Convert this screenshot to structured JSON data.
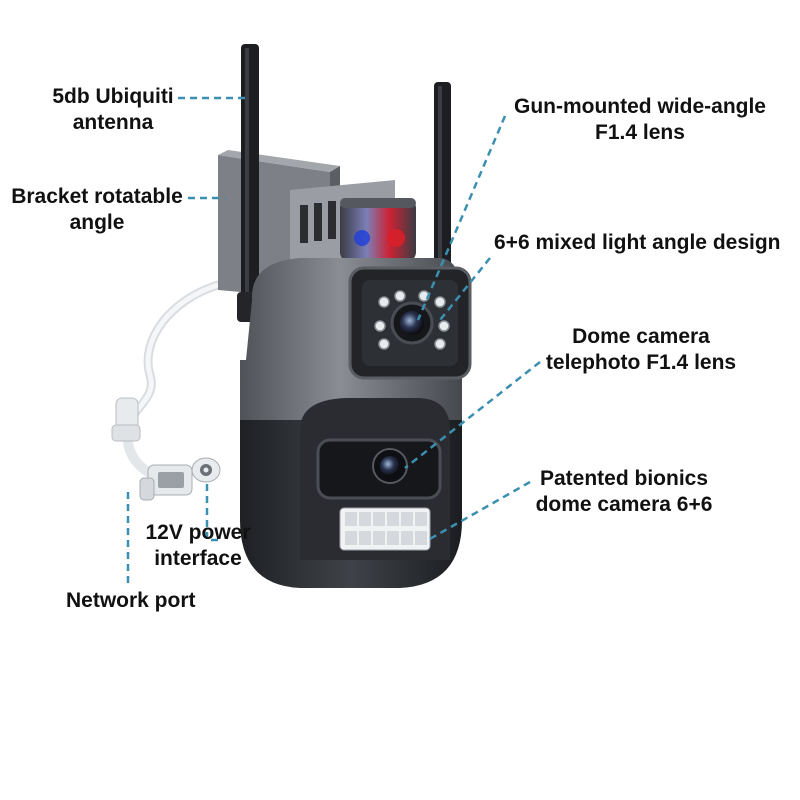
{
  "labels": {
    "antenna": [
      "5db Ubiquiti",
      "antenna"
    ],
    "bracket": [
      "Bracket rotatable",
      "angle"
    ],
    "gun_lens": [
      "Gun-mounted wide-angle",
      "F1.4 lens"
    ],
    "light_design": [
      "6+6 mixed light angle design"
    ],
    "dome_lens": [
      "Dome camera",
      "telephoto F1.4 lens"
    ],
    "bionics": [
      "Patented bionics",
      "dome camera 6+6"
    ],
    "power": [
      "12V power",
      "interface"
    ],
    "network": [
      "Network port"
    ]
  },
  "colors": {
    "leader_line": "#3b8fb0",
    "body_gray": "#6e7278",
    "body_dark": "#2e3136",
    "antenna": "#1c1e22",
    "cable": "#e9ecef",
    "led_red": "#d8202a",
    "led_blue": "#2342d6"
  },
  "icons": [
    "camera-body",
    "wifi-antenna",
    "led-array",
    "cable-connector"
  ]
}
